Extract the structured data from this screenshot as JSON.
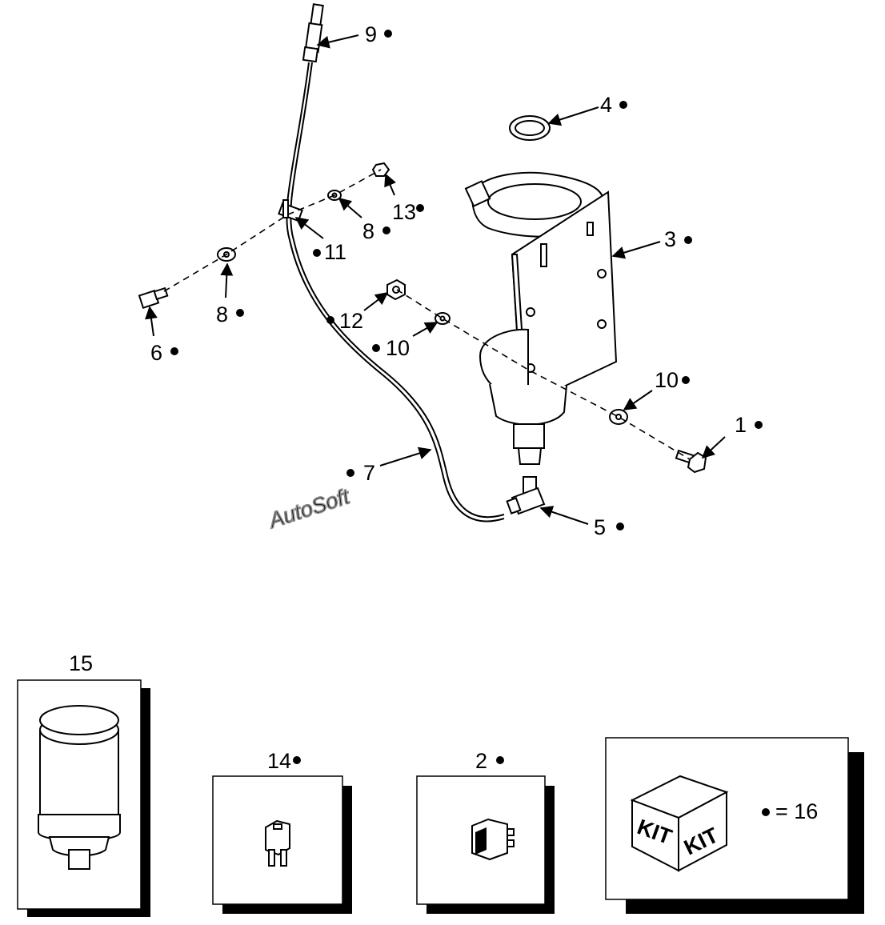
{
  "callouts": {
    "c1": "1",
    "c2": "2",
    "c3": "3",
    "c4": "4",
    "c5": "5",
    "c6": "6",
    "c7": "7",
    "c8a": "8",
    "c8b": "8",
    "c9": "9",
    "c10a": "10",
    "c10b": "10",
    "c11": "11",
    "c12": "12",
    "c13": "13",
    "c14": "14",
    "c15": "15"
  },
  "kit": {
    "face_left": "KIT",
    "face_right": "KIT",
    "legend": "= 16"
  },
  "watermark": "AutoSoft",
  "colors": {
    "ink": "#000000",
    "paper": "#ffffff",
    "watermark": "#8a8a8a"
  }
}
